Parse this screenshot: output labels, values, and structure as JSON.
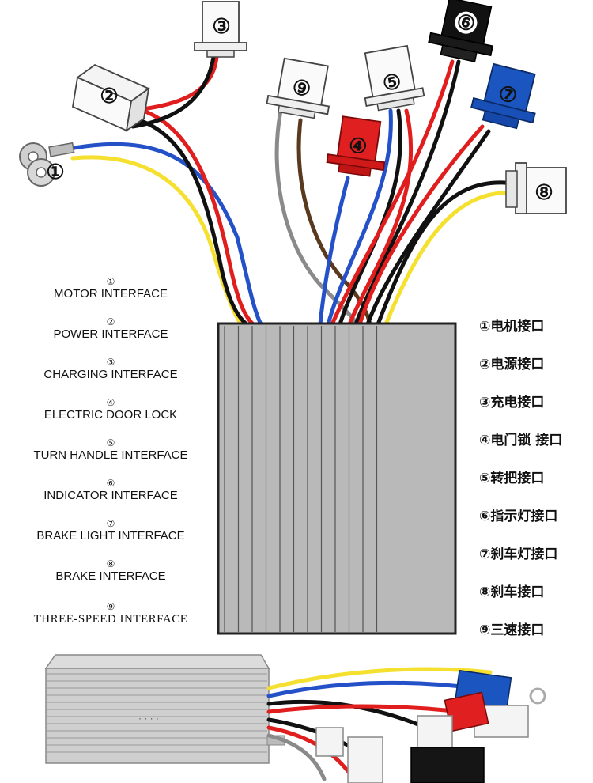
{
  "connectors": [
    {
      "num": "①",
      "color": "#c8c8c8"
    },
    {
      "num": "②",
      "color": "#ffffff"
    },
    {
      "num": "③",
      "color": "#ffffff"
    },
    {
      "num": "④",
      "color": "#e02020"
    },
    {
      "num": "⑤",
      "color": "#ffffff"
    },
    {
      "num": "⑥",
      "color": "#111111"
    },
    {
      "num": "⑦",
      "color": "#1a55c0"
    },
    {
      "num": "⑧",
      "color": "#ffffff"
    },
    {
      "num": "⑨",
      "color": "#ffffff"
    }
  ],
  "english_labels": [
    {
      "num": "①",
      "label": "MOTOR INTERFACE"
    },
    {
      "num": "②",
      "label": "POWER INTERFACE"
    },
    {
      "num": "③",
      "label": "CHARGING INTERFACE"
    },
    {
      "num": "④",
      "label": "ELECTRIC DOOR LOCK"
    },
    {
      "num": "⑤",
      "label": "TURN HANDLE INTERFACE"
    },
    {
      "num": "⑥",
      "label": "INDICATOR INTERFACE"
    },
    {
      "num": "⑦",
      "label": "BRAKE LIGHT INTERFACE"
    },
    {
      "num": "⑧",
      "label": "BRAKE INTERFACE"
    },
    {
      "num": "⑨",
      "label": "THREE-SPEED INTERFACE"
    }
  ],
  "chinese_labels": [
    "①电机接口",
    "②电源接口",
    "③充电接口",
    "④电门锁 接口",
    "⑤转把接口",
    "⑥指示灯接口",
    "⑦刹车灯接口",
    "⑧刹车接口",
    "⑨三速接口"
  ],
  "wire_colors": {
    "yellow": "#f5e030",
    "blue": "#2450c8",
    "black": "#111111",
    "red": "#e01e1e",
    "gray": "#8a8a8a",
    "brown": "#5a3a1e"
  },
  "controller_colors": {
    "body": "#b9b9b9",
    "outline": "#222222",
    "fin": "#9a9a9a"
  }
}
